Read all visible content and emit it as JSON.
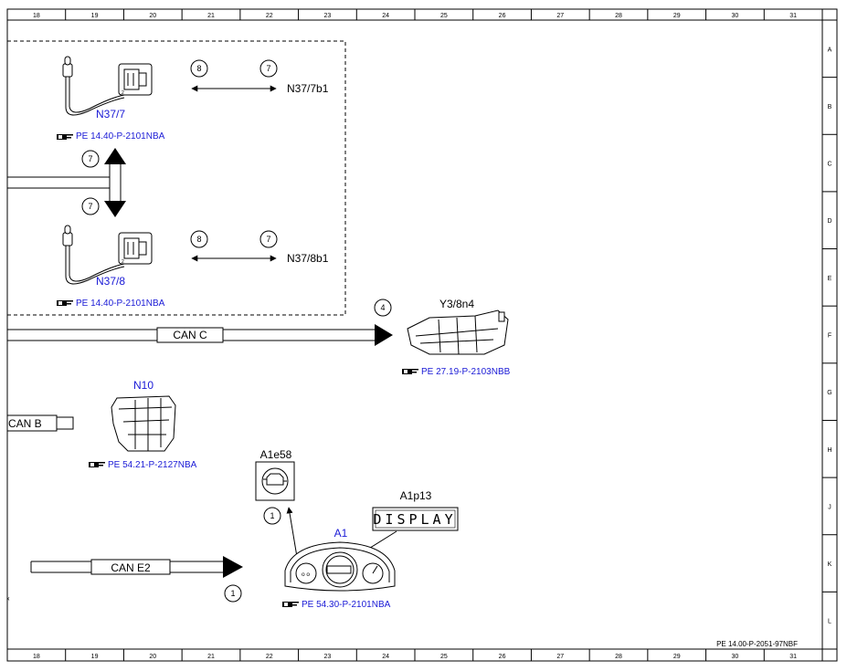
{
  "frame": {
    "columns": [
      "18",
      "19",
      "20",
      "21",
      "22",
      "23",
      "24",
      "25",
      "26",
      "27",
      "28",
      "29",
      "30",
      "31"
    ],
    "rows": [
      "A",
      "B",
      "C",
      "D",
      "E",
      "F",
      "G",
      "H",
      "J",
      "K",
      "L"
    ],
    "drawing_number": "PE 14.00-P-2051-97NBF"
  },
  "components": {
    "n37_7": {
      "label": "N37/7",
      "ref": "PE 14.40-P-2101NBA",
      "target": "N37/7b1",
      "pin_left": "8",
      "pin_right": "7"
    },
    "n37_8": {
      "label": "N37/8",
      "ref": "PE 14.40-P-2101NBA",
      "target": "N37/8b1",
      "pin_left": "8",
      "pin_right": "7"
    },
    "can_link": {
      "pin_top": "7",
      "pin_bottom": "7"
    },
    "y3_8n4": {
      "label": "Y3/8n4",
      "ref": "PE 27.19-P-2103NBB",
      "pin": "4"
    },
    "n10": {
      "label": "N10",
      "ref": "PE 54.21-P-2127NBA"
    },
    "a1e58": {
      "label": "A1e58",
      "pin": "1"
    },
    "a1p13": {
      "label": "A1p13",
      "display_text": "DISPLAY"
    },
    "a1": {
      "label": "A1",
      "ref": "PE 54.30-P-2101NBA",
      "pin": "1"
    }
  },
  "buses": {
    "can_c": "CAN C",
    "can_b": "CAN B",
    "can_e2": "CAN E2"
  },
  "colors": {
    "component_label": "#1a1ad6",
    "line": "#000000"
  }
}
